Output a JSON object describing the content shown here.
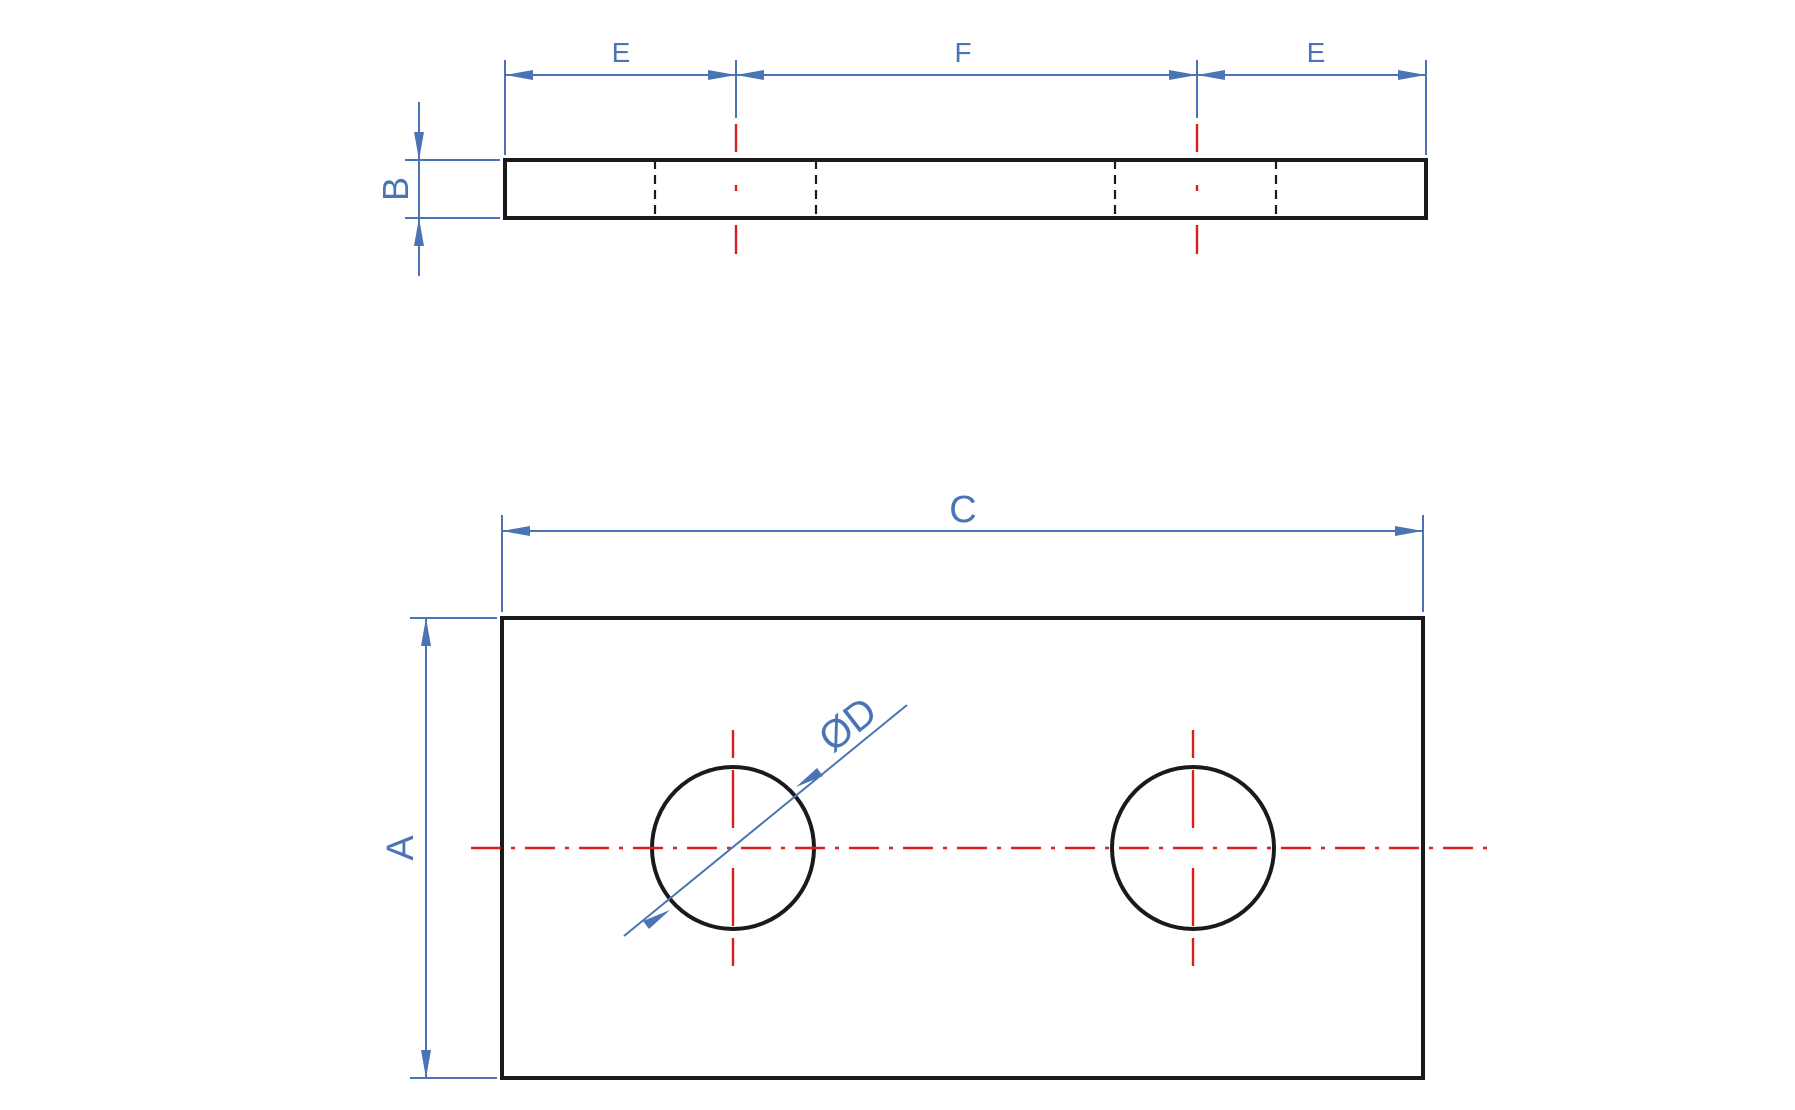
{
  "labels": {
    "side_left": "E",
    "side_middle": "F",
    "side_right": "E",
    "thickness": "B",
    "length": "C",
    "width": "A",
    "hole_diameter": "ØD"
  },
  "colors": {
    "part_outline": "#1a1a1a",
    "center_line": "#d91e1e",
    "dimension": "#4a74b4"
  }
}
